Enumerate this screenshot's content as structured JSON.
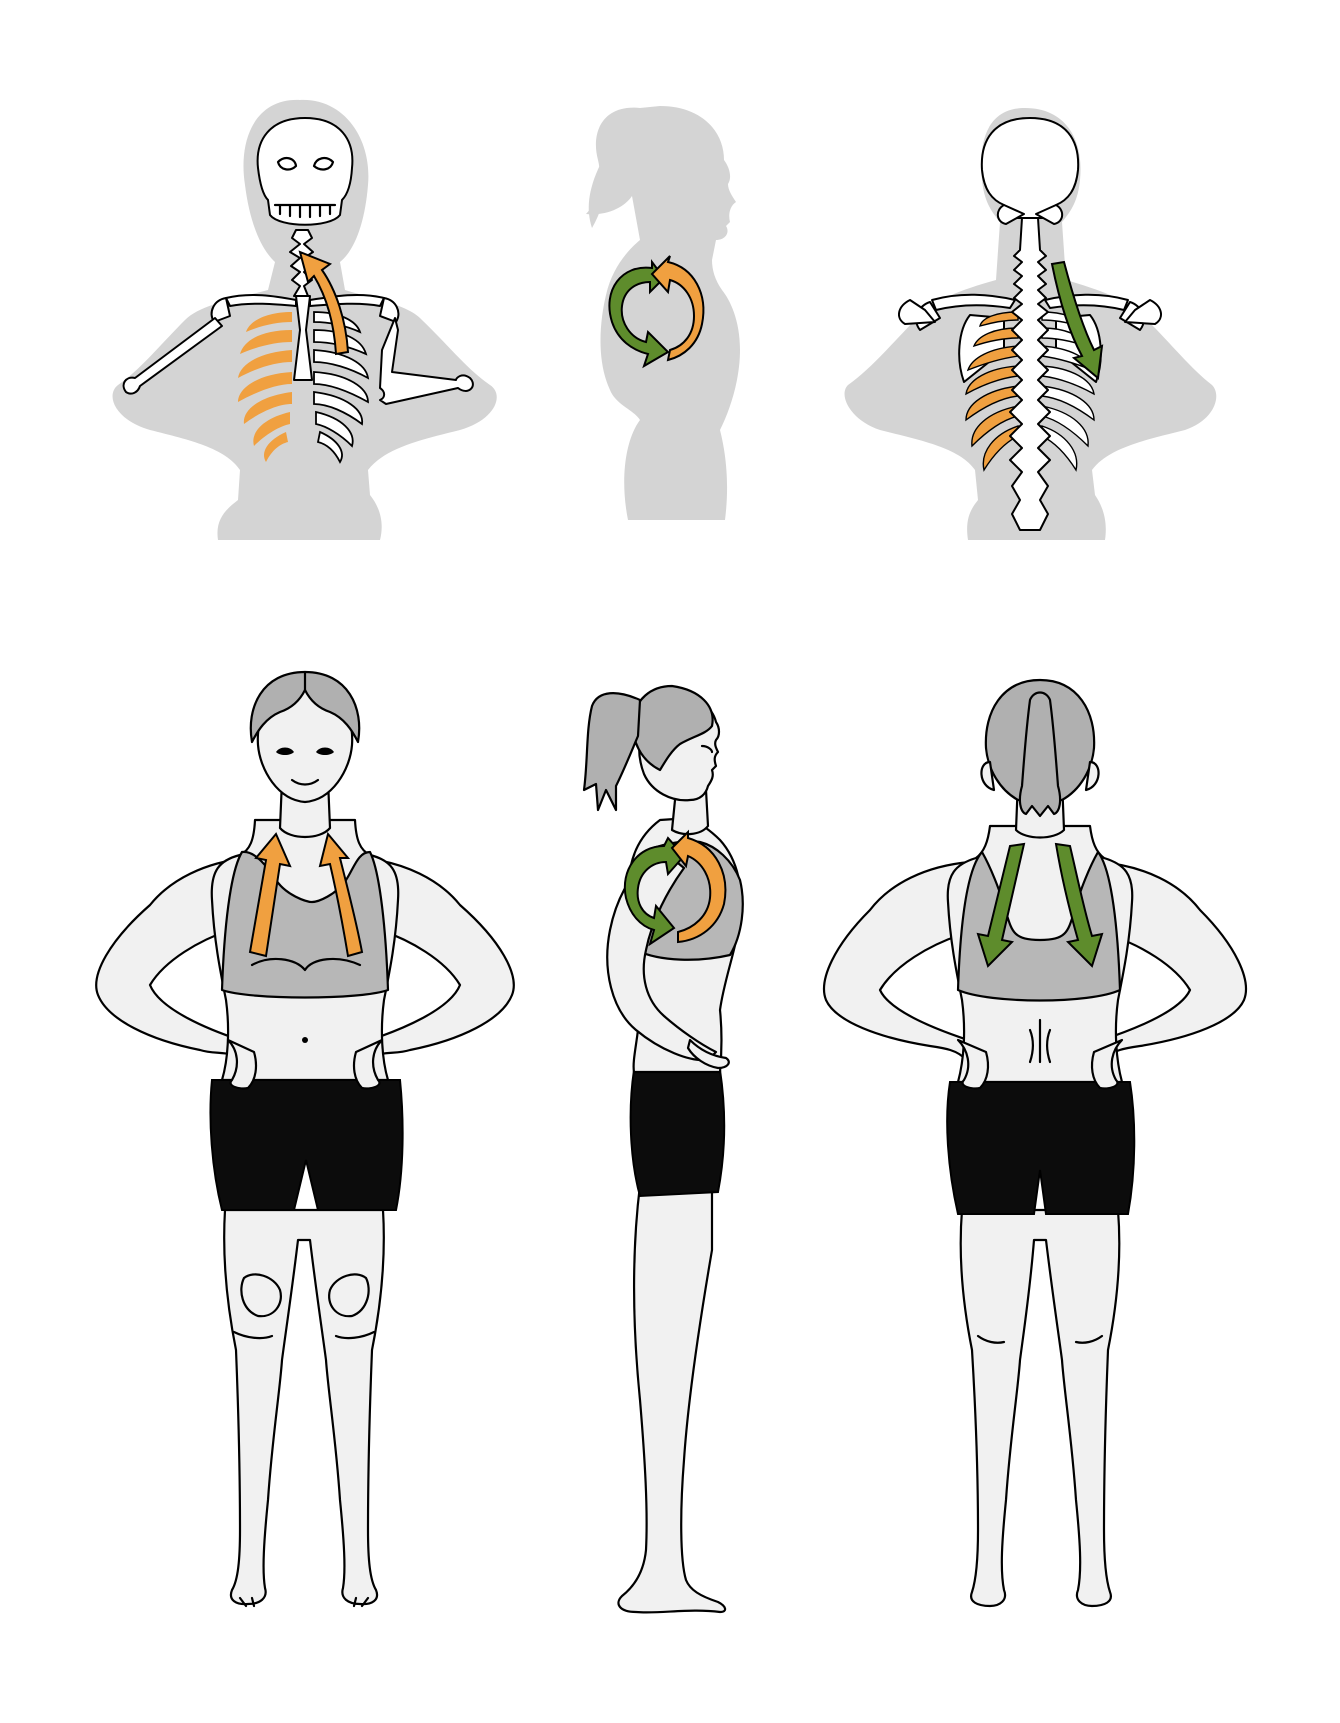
{
  "colors": {
    "orange": "#f0a040",
    "green": "#5e8c2c",
    "silhouette": "#d4d4d4",
    "skin": "#f1f1f1",
    "bra": "#b7b7b7",
    "hair": "#b0b0b0",
    "shorts": "#0c0c0c",
    "outline": "#000000"
  },
  "panels": [
    {
      "id": "skeleton-front",
      "icons": [
        "skull-icon",
        "spine-icon",
        "ribcage-icon",
        "arrow-up-icon"
      ]
    },
    {
      "id": "silhouette-side",
      "icons": [
        "rotation-arrows-icon"
      ]
    },
    {
      "id": "skeleton-back",
      "icons": [
        "skull-back-icon",
        "spine-icon",
        "ribcage-icon",
        "arrow-down-icon"
      ]
    },
    {
      "id": "figure-front",
      "icons": [
        "arrow-up-icon",
        "arrow-up-icon"
      ]
    },
    {
      "id": "figure-side",
      "icons": [
        "rotation-arrows-icon"
      ]
    },
    {
      "id": "figure-back",
      "icons": [
        "arrow-down-icon",
        "arrow-down-icon"
      ]
    }
  ]
}
